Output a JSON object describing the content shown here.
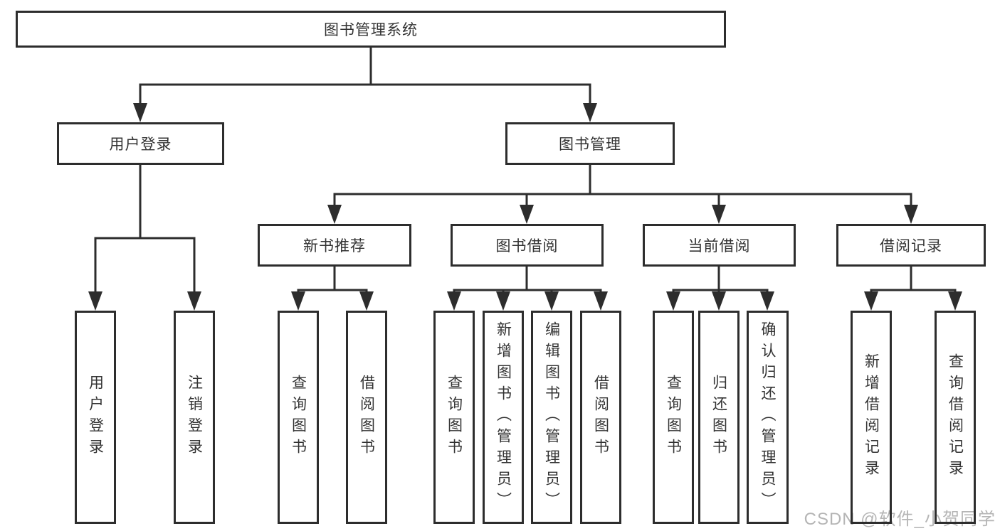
{
  "tree": {
    "label": "图书管理系统",
    "children": [
      {
        "label": "用户登录",
        "children": [
          {
            "label": "用户登录"
          },
          {
            "label": "注销登录"
          }
        ]
      },
      {
        "label": "图书管理",
        "children": [
          {
            "label": "新书推荐",
            "children": [
              {
                "label": "查询图书"
              },
              {
                "label": "借阅图书"
              }
            ]
          },
          {
            "label": "图书借阅",
            "children": [
              {
                "label": "查询图书"
              },
              {
                "label": "新增图书（管理员）"
              },
              {
                "label": "编辑图书（管理员）"
              },
              {
                "label": "借阅图书"
              }
            ]
          },
          {
            "label": "当前借阅",
            "children": [
              {
                "label": "查询图书"
              },
              {
                "label": "归还图书"
              },
              {
                "label": "确认归还（管理员）"
              }
            ]
          },
          {
            "label": "借阅记录",
            "children": [
              {
                "label": "新增借阅记录"
              },
              {
                "label": "查询借阅记录"
              }
            ]
          }
        ]
      }
    ]
  },
  "watermark": {
    "text": "CSDN @软件_小贺同学"
  },
  "colors": {
    "line": "#2d2d2d",
    "text": "#333333",
    "watermark": "#b5b5b5",
    "background": "#ffffff"
  }
}
